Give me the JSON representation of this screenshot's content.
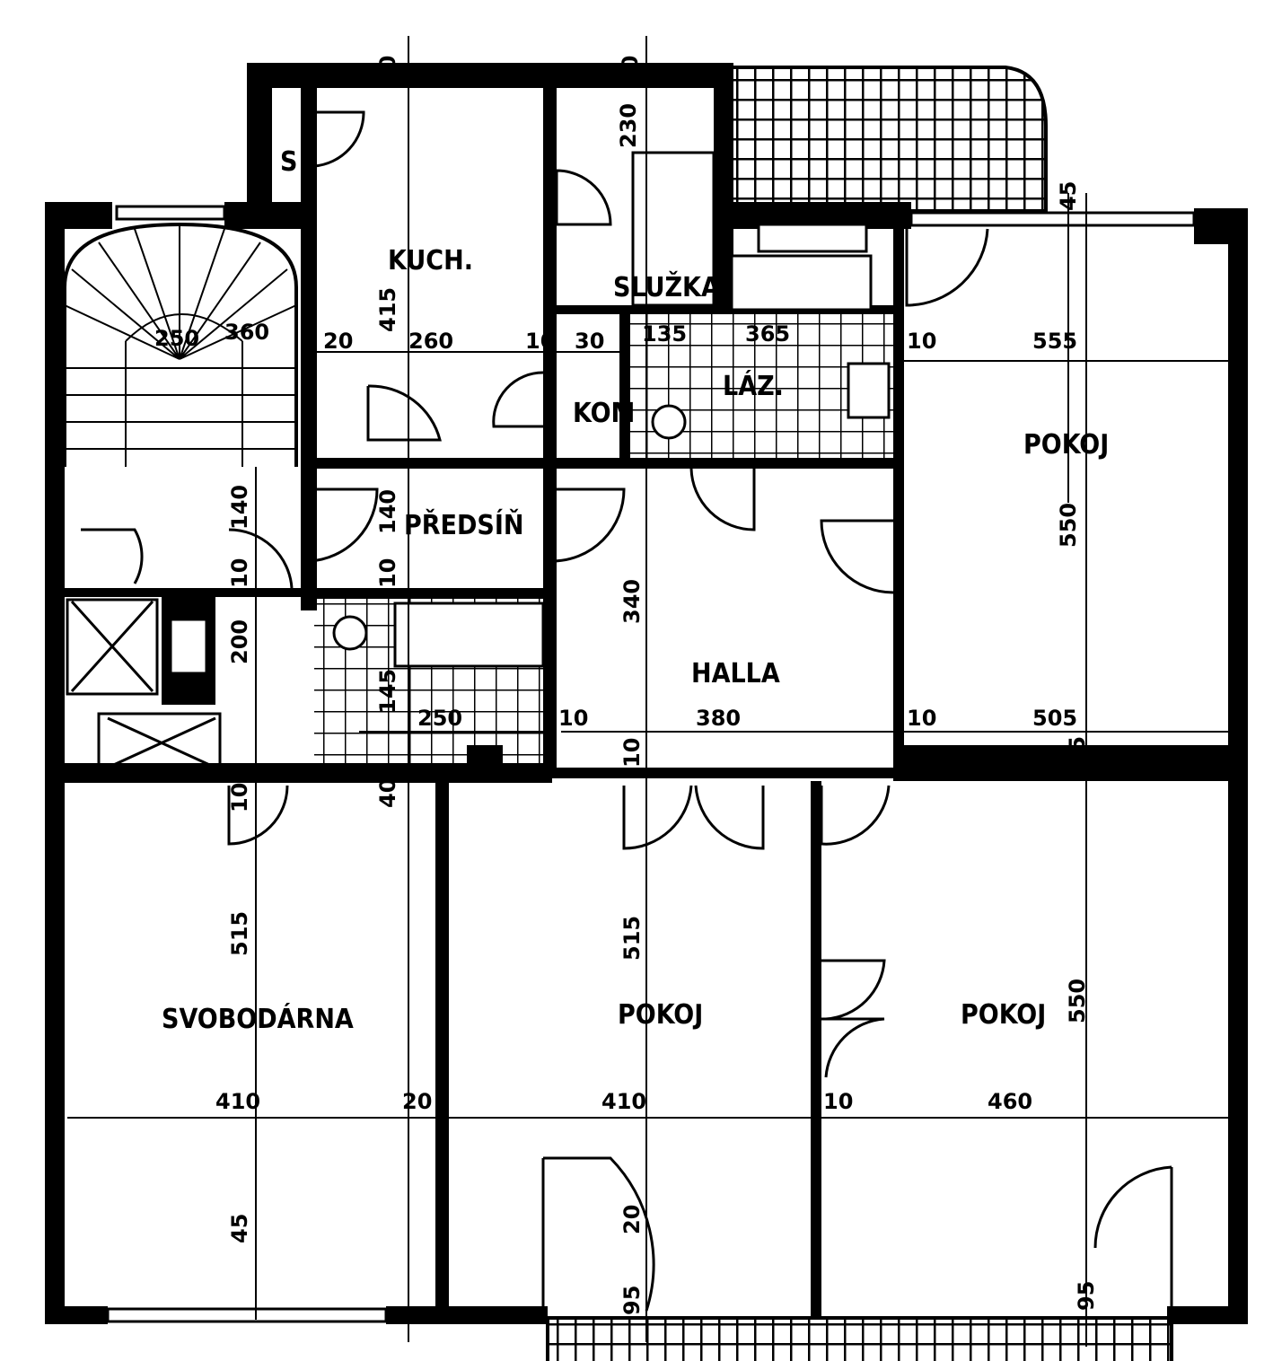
{
  "rooms": {
    "kitchen": "KUCH.",
    "maid": "SLUŽKA",
    "pantry": "KOM",
    "bath": "LÁZ.",
    "room_east": "POKOJ",
    "hall_entry": "PŘEDSÍŇ",
    "hall": "HALLA",
    "bachelor": "SVOBODÁRNA",
    "room_south_mid": "POKOJ",
    "room_south_east": "POKOJ",
    "storage": "S"
  },
  "dims": [
    "20",
    "20",
    "230",
    "45",
    "415",
    "20",
    "260",
    "10",
    "30",
    "135",
    "365",
    "10",
    "555",
    "250",
    "360",
    "140",
    "140",
    "10",
    "10",
    "200",
    "340",
    "550",
    "145",
    "250",
    "10",
    "380",
    "10",
    "505",
    "10",
    "40",
    "10",
    "405",
    "515",
    "515",
    "550",
    "410",
    "20",
    "410",
    "10",
    "460",
    "45",
    "20",
    "95",
    "95"
  ],
  "colors": {
    "ink": "#000000",
    "paper": "#ffffff"
  }
}
